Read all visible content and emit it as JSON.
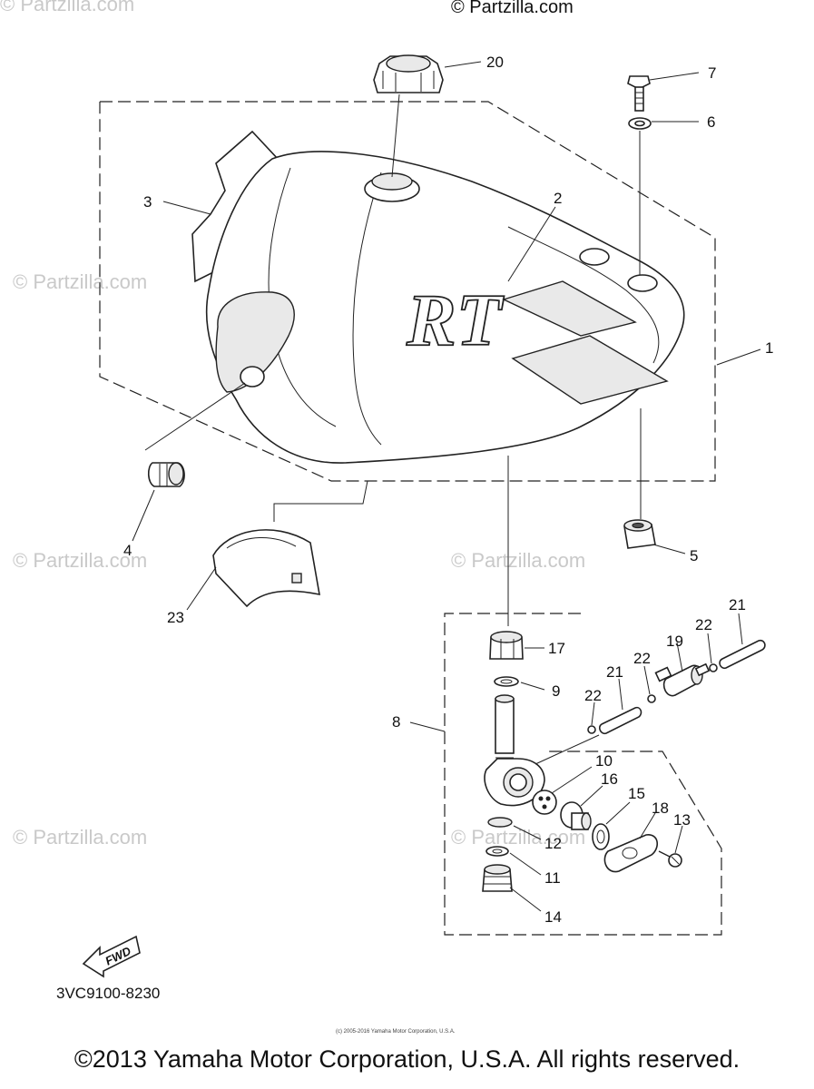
{
  "watermark_top": "© Partzilla.com",
  "watermark_repeat": "© Partzilla.com",
  "diagram_code": "3VC9100-8230",
  "fwd_label": "FWD",
  "tiny_notice": "(c) 2005-2016 Yamaha Motor Corporation, U.S.A.",
  "copyright": "©2013 Yamaha Motor Corporation, U.S.A. All rights reserved.",
  "callouts": {
    "c1": "1",
    "c2": "2",
    "c3": "3",
    "c4": "4",
    "c5": "5",
    "c6": "6",
    "c7": "7",
    "c8": "8",
    "c9": "9",
    "c10": "10",
    "c11": "11",
    "c12": "12",
    "c13": "13",
    "c14": "14",
    "c15": "15",
    "c16": "16",
    "c17": "17",
    "c18": "18",
    "c19": "19",
    "c20": "20",
    "c21a": "21",
    "c21b": "21",
    "c22a": "22",
    "c22b": "22",
    "c22c": "22",
    "c23": "23"
  }
}
